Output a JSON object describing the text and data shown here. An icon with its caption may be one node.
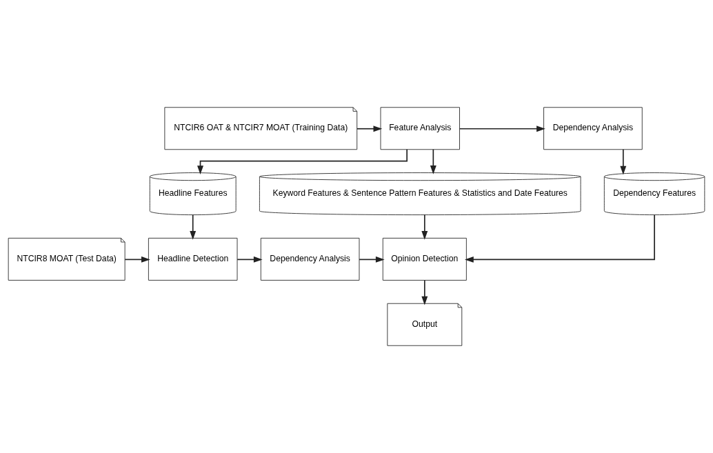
{
  "diagram": {
    "nodes": [
      {
        "text": [
          "NTCIR6 OAT & NTCIR7 MOAT (Training Data)"
        ]
      },
      {
        "text": [
          "Feature Analysis"
        ]
      },
      {
        "text": [
          "Dependency Analysis"
        ]
      },
      {
        "text": [
          "Headline Features"
        ]
      },
      {
        "text": [
          "Keyword Features & Sentence Pattern Features & Statistics and Date Features"
        ]
      },
      {
        "text": [
          "Dependency Features"
        ]
      },
      {
        "text": [
          "NTCIR8 MOAT (Test Data)"
        ]
      },
      {
        "text": [
          "Headline Detection"
        ]
      },
      {
        "text": [
          "Dependency Analysis"
        ]
      },
      {
        "text": [
          "Opinion Detection"
        ]
      },
      {
        "text": [
          "Output"
        ]
      }
    ],
    "edges": [
      {
        "from": 0,
        "to": 1,
        "arrow": "to"
      },
      {
        "from": 1,
        "to": 2,
        "arrow": "to"
      },
      {
        "from": 1,
        "to": 3,
        "arrow": "to"
      },
      {
        "from": 1,
        "to": 4,
        "arrow": "to"
      },
      {
        "from": 2,
        "to": 5,
        "arrow": "to"
      },
      {
        "from": 3,
        "to": 7,
        "arrow": "to"
      },
      {
        "from": 4,
        "to": 9,
        "arrow": "to"
      },
      {
        "from": 5,
        "to": 9,
        "arrow": "to"
      },
      {
        "from": 6,
        "to": 7,
        "arrow": "to"
      },
      {
        "from": 7,
        "to": 8,
        "arrow": "to"
      },
      {
        "from": 8,
        "to": 9,
        "arrow": "to"
      },
      {
        "from": 9,
        "to": 10,
        "arrow": "to"
      }
    ]
  }
}
